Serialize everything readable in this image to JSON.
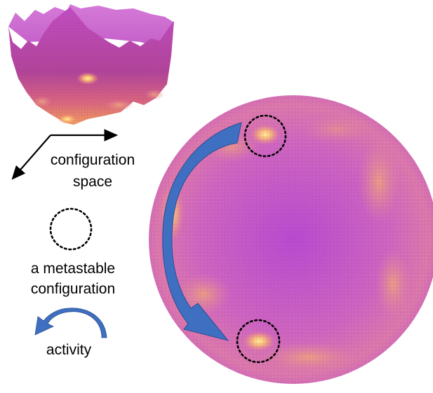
{
  "labels": {
    "config_line1": "configuration",
    "config_line2": "space",
    "metastable_line1": "a metastable",
    "metastable_line2": "configuration",
    "activity": "activity"
  },
  "colors": {
    "surface_base": "#c75ac9",
    "surface_glow": "#ffd66b",
    "surface_mid": "#f0a06e",
    "arrow": "#3f6fc0",
    "arrow_edge": "#2a4f93",
    "text": "#000000"
  },
  "icons": {
    "axes": "configuration-axes-icon",
    "marker": "dotted-circle-icon",
    "arrow": "curved-arrow-icon"
  }
}
